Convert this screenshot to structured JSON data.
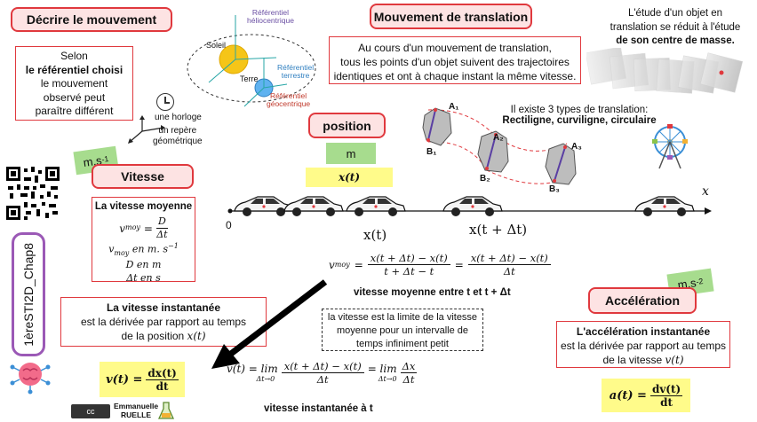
{
  "left_column": {
    "title": "Décrire le mouvement",
    "box_line1": "Selon",
    "box_line2": "le référentiel choisi",
    "box_line3": "le mouvement",
    "box_line4": "observé peut",
    "box_line5": "paraître différent",
    "clock_label": "une horloge",
    "frame_label1": "un repère",
    "frame_label2": "géométrique"
  },
  "referentials": {
    "sun": "Soleil",
    "earth": "Terre",
    "helio1": "Référentiel",
    "helio2": "héliocentrique",
    "terr1": "Référentiel",
    "terr2": "terrestre",
    "geo1": "Référentiel",
    "geo2": "géocentrique"
  },
  "translation": {
    "title": "Mouvement de translation",
    "text1": "Au cours d'un mouvement de translation,",
    "text2": "tous les points d'un objet suivent des trajectoires",
    "text3": "identiques et ont à chaque instant la même vitesse.",
    "types_intro": "Il existe 3 types de translation:",
    "types": "Rectiligne, curviligne, circulaire",
    "points_a": [
      "A₁",
      "A₂",
      "A₃"
    ],
    "points_b": [
      "B₁",
      "B₂",
      "B₃"
    ]
  },
  "mass_center": {
    "line1": "L'étude d'un objet en",
    "line2": "translation se réduit à l'étude",
    "line3": "de son centre de masse."
  },
  "position": {
    "title": "position",
    "unit": "m",
    "symbol": "x(t)"
  },
  "axis": {
    "label": "x",
    "origin": "0",
    "x_t": "x(t)",
    "x_t_dt": "x(t + Δt)"
  },
  "speed": {
    "unit": "m.s",
    "unit_exp": "-1",
    "title": "Vitesse",
    "avg_title": "La vitesse moyenne",
    "avg_formula_lhs": "v",
    "avg_sub": "moy",
    "avg_num": "D",
    "avg_den": "Δt",
    "avg_unit_line": "v",
    "avg_unit_text": "en m. s",
    "avg_unit_exp": "−1",
    "d_line": "D en m",
    "t_line": "Δt en s",
    "inst_title": "La vitesse instantanée",
    "inst_line2": "est la dérivée par rapport au temps",
    "inst_line3": "de la position",
    "inst_var": "x(t)",
    "inst_formula": "v(t) =",
    "inst_num": "dx(t)",
    "inst_den": "dt"
  },
  "formulas": {
    "vmoy_num1": "x(t + Δt) − x(t)",
    "vmoy_den1": "t + Δt − t",
    "vmoy_num2": "x(t + Δt) − x(t)",
    "vmoy_den2": "Δt",
    "vmoy_caption": "vitesse moyenne entre t et t + Δt",
    "limit_line1": "la vitesse est la limite de la vitesse",
    "limit_line2": "moyenne pour un intervalle de",
    "limit_line3": "temps infiniment petit",
    "inst_lhs": "v(t) = lim",
    "inst_lim_sub": "Δt→0",
    "inst_num": "x(t + Δt) − x(t)",
    "inst_den": "Δt",
    "inst_lim2": "= lim",
    "inst_num2": "Δx",
    "inst_den2": "Δt",
    "inst_caption": "vitesse instantanée à t"
  },
  "acceleration": {
    "unit": "m.s",
    "unit_exp": "-2",
    "title": "Accélération",
    "line1": "L'accélération instantanée",
    "line2": "est la dérivée par rapport au temps",
    "line3": "de la vitesse",
    "var": "v(t)",
    "formula": "a(t) =",
    "num": "dv(t)",
    "den": "dt"
  },
  "chapter": "1èreSTI2D_Chap8",
  "author": {
    "first": "Emmanuelle",
    "last": "RUELLE"
  },
  "colors": {
    "accent_red": "#e0393e",
    "pink_fill": "#fde3e3",
    "yellow": "#fffb8a",
    "green": "#a7dc8e",
    "purple": "#9b59b6"
  }
}
